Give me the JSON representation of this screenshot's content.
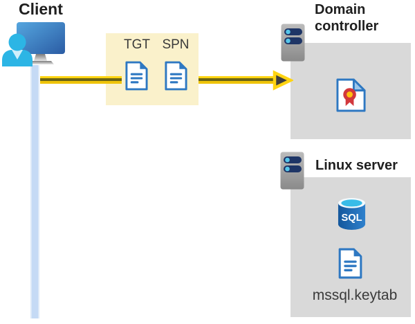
{
  "client": {
    "label": "Client"
  },
  "ticket_box": {
    "tgt_label": "TGT",
    "spn_label": "SPN"
  },
  "domain_controller": {
    "label": "Domain controller"
  },
  "linux_server": {
    "label": "Linux server",
    "sql_icon_label": "SQL",
    "keytab_label": "mssql.keytab"
  },
  "colors": {
    "arrow_yellow": "#FFD411",
    "arrow_core_olive": "#6B6414",
    "arrowhead_dark": "#3E3E3E",
    "ticket_box_bg": "#FAF1CB",
    "panel_gray": "#D9D9D9",
    "document_blue": "#2E78C2",
    "person_cyan": "#2CB5E5",
    "monitor_blue": "#2B5CA4",
    "server_slot_navy": "#1E3566",
    "server_led_blue": "#55C6EA",
    "certificate_red": "#D2383C",
    "certificate_gold": "#FFC010",
    "sql_cylinder_blue": "#1B65AF",
    "sql_top_cyan": "#38BCE8",
    "lifeline_blue": "#C5DAF5",
    "heading_text": "#1F1F1F",
    "body_text": "#3A3A3A"
  }
}
